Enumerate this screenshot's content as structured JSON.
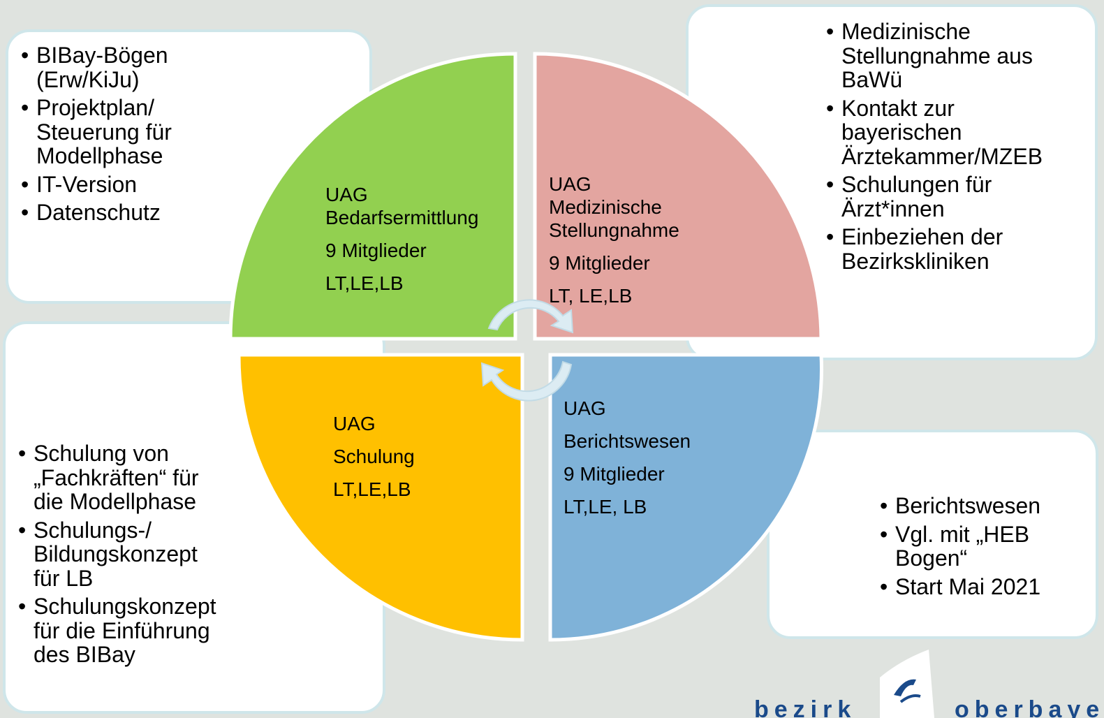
{
  "boxes": {
    "top_left": [
      "BIBay-Bögen\n(Erw/KiJu)",
      "Projektplan/\nSteuerung für\nModellphase",
      "IT-Version",
      "Datenschutz"
    ],
    "top_right": [
      "Medizinische\nStellungnahme aus\nBaWü",
      "Kontakt zur\nbayerischen\nÄrztekammer/MZEB",
      "Schulungen für\nÄrzt*innen",
      "Einbeziehen der\nBezirkskliniken"
    ],
    "bottom_left": [
      "Schulung von\n„Fachkräften“ für\ndie Modellphase",
      "Schulungs-/\nBildungskonzept\nfür LB",
      "Schulungskonzept\nfür die Einführung\ndes BIBay"
    ],
    "bottom_right": [
      "Berichtswesen",
      "Vgl. mit „HEB\nBogen“",
      "Start Mai 2021"
    ]
  },
  "quadrants": {
    "green": {
      "title": "UAG\nBedarfsermittlung",
      "members": "9 Mitglieder",
      "roles": "LT,LE,LB"
    },
    "red": {
      "title": "UAG\nMedizinische\nStellungnahme",
      "members": "9 Mitglieder",
      "roles": "LT, LE,LB"
    },
    "yellow": {
      "title": "UAG",
      "subtitle": "Schulung",
      "roles": "LT,LE,LB"
    },
    "blue": {
      "title": "UAG",
      "subtitle": "Berichtswesen",
      "members": "9 Mitglieder",
      "roles": "LT,LE, LB"
    }
  },
  "colors": {
    "green": "#92d050",
    "red": "#e3a5a0",
    "yellow": "#ffc000",
    "blue": "#7fb2d8",
    "box_border": "#cfe6ea",
    "background": "#dfe3df"
  },
  "logo": {
    "left": "bezirk",
    "right": "oberbayern"
  }
}
